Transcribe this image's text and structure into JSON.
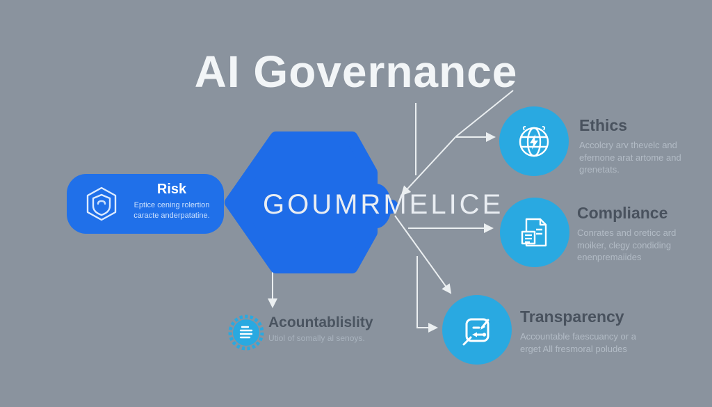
{
  "title": "AI Governance",
  "center": {
    "label": "GOUMRMELICE"
  },
  "nodes": {
    "risk": {
      "title": "Risk",
      "desc": "Eptice cening rolertion caracte anderpatatine."
    },
    "ethics": {
      "title": "Ethics",
      "desc": "Accolcry arv thevelc and efernone arat artome and grenetats."
    },
    "compliance": {
      "title": "Compliance",
      "desc": "Conrates and oreticc ard moiker, clegy condiding enenpremaiides"
    },
    "transparency": {
      "title": "Transparency",
      "desc": "Accountable faescuancy or a erget All fresmoral poludes"
    },
    "accountability": {
      "title": "Acountablislity",
      "desc": "Utiol of somally al senoys."
    }
  },
  "icons": {
    "risk": "shield-in-hexagon-icon",
    "ethics": "globe-lightning-icon",
    "compliance": "document-icon",
    "transparency": "exchange-arrows-icon",
    "accountability": "badge-list-icon"
  },
  "colors": {
    "background": "#8A939E",
    "primary_blue": "#1E6CE8",
    "pill_blue": "#2070E9",
    "accent_cyan": "#29A9E1",
    "title_text": "#F2F5F7",
    "node_title_text": "#49525E",
    "node_desc_text": "#B2BBC5",
    "connector": "#F4F7F9"
  }
}
